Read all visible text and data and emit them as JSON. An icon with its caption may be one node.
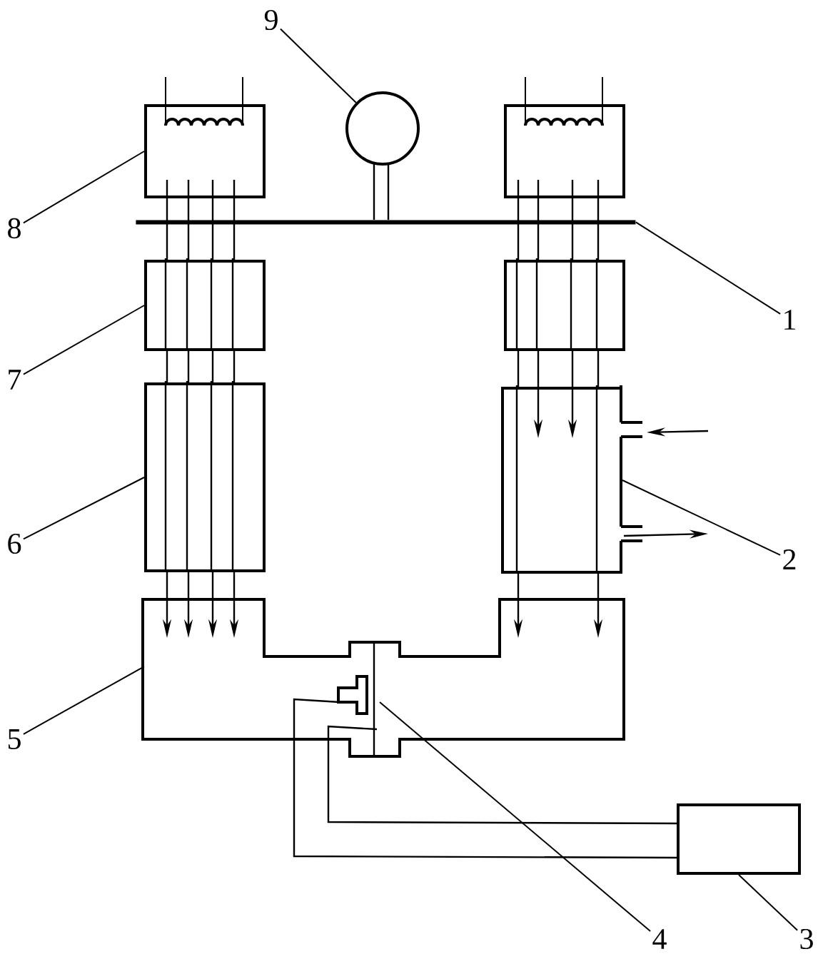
{
  "diagram": {
    "nodes": [
      {
        "text": [
          "9"
        ]
      },
      {
        "text": [],
        "shape": "circle"
      },
      {
        "text": [
          "8"
        ]
      },
      {
        "text": [],
        "shape": "box"
      },
      {
        "text": [],
        "shape": "box"
      },
      {
        "text": [
          "1"
        ]
      },
      {
        "text": [],
        "shape": "bar"
      },
      {
        "text": [
          "7"
        ]
      },
      {
        "text": [],
        "shape": "box"
      },
      {
        "text": [],
        "shape": "box"
      },
      {
        "text": [
          "6"
        ]
      },
      {
        "text": [],
        "shape": "box"
      },
      {
        "text": [
          "2"
        ]
      },
      {
        "text": [],
        "shape": "box"
      },
      {
        "text": [
          "5"
        ]
      },
      {
        "text": [],
        "shape": "box"
      },
      {
        "text": [
          "4"
        ]
      },
      {
        "text": [],
        "shape": "box",
        "in": 15
      },
      {
        "text": [
          "3"
        ]
      },
      {
        "text": [],
        "shape": "box"
      }
    ],
    "edges": [
      {
        "from": 0,
        "to": 1,
        "arrow": "none"
      },
      {
        "from": 2,
        "to": 3,
        "arrow": "none"
      },
      {
        "from": 5,
        "to": 6,
        "arrow": "none"
      },
      {
        "from": 7,
        "to": 8,
        "arrow": "none"
      },
      {
        "from": 10,
        "to": 11,
        "arrow": "none"
      },
      {
        "from": 12,
        "to": 13,
        "arrow": "none"
      },
      {
        "from": 14,
        "to": 15,
        "arrow": "none"
      },
      {
        "from": 16,
        "to": 17,
        "arrow": "none"
      },
      {
        "from": 18,
        "to": 19,
        "arrow": "none"
      },
      {
        "from": null,
        "to": 13,
        "arrow": "to"
      },
      {
        "from": 13,
        "to": null,
        "arrow": "to"
      },
      {
        "from": 17,
        "to": 19,
        "arrow": "none"
      },
      {
        "from": 17,
        "to": 19,
        "arrow": "none"
      },
      {
        "from": 3,
        "to": 8,
        "arrow": "none"
      },
      {
        "from": 3,
        "to": 8,
        "arrow": "none"
      },
      {
        "from": 3,
        "to": 8,
        "arrow": "none"
      },
      {
        "from": 3,
        "to": 8,
        "arrow": "none"
      },
      {
        "from": 8,
        "to": 11,
        "arrow": "none"
      },
      {
        "from": 8,
        "to": 11,
        "arrow": "none"
      },
      {
        "from": 8,
        "to": 11,
        "arrow": "none"
      },
      {
        "from": 8,
        "to": 11,
        "arrow": "none"
      },
      {
        "from": 11,
        "to": 15,
        "arrow": "to"
      },
      {
        "from": 11,
        "to": 15,
        "arrow": "to"
      },
      {
        "from": 11,
        "to": 15,
        "arrow": "to"
      },
      {
        "from": 11,
        "to": 15,
        "arrow": "to"
      },
      {
        "from": 4,
        "to": 9,
        "arrow": "none"
      },
      {
        "from": 4,
        "to": 9,
        "arrow": "none"
      },
      {
        "from": 4,
        "to": 9,
        "arrow": "none"
      },
      {
        "from": 4,
        "to": 9,
        "arrow": "none"
      },
      {
        "from": 9,
        "to": 13,
        "arrow": "none"
      },
      {
        "from": 9,
        "to": 13,
        "arrow": "none"
      },
      {
        "from": 9,
        "to": 13,
        "arrow": "to"
      },
      {
        "from": 9,
        "to": 13,
        "arrow": "to"
      },
      {
        "from": 13,
        "to": 15,
        "arrow": "to"
      },
      {
        "from": 13,
        "to": 15,
        "arrow": "to"
      },
      {
        "from": 1,
        "to": 6,
        "arrow": "none"
      },
      {
        "from": 1,
        "to": 6,
        "arrow": "none"
      }
    ]
  }
}
